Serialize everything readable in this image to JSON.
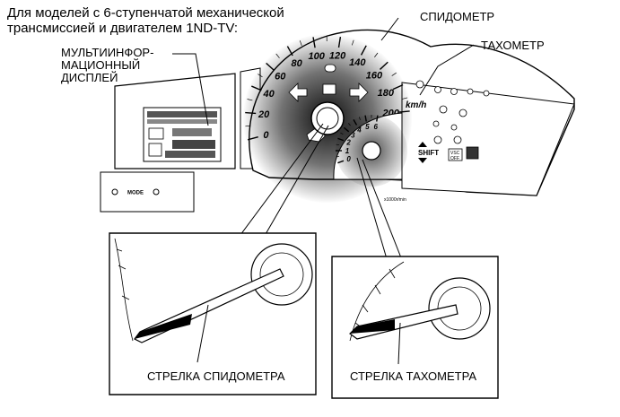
{
  "header": {
    "line1": "Для моделей с 6-ступенчатой механической",
    "line2": "трансмиссией и двигателем 1ND-TV:"
  },
  "labels": {
    "multi_display_1": "МУЛЬТИИНФОР-",
    "multi_display_2": "МАЦИОННЫЙ",
    "multi_display_3": "ДИСПЛЕЙ",
    "speedometer": "СПИДОМЕТР",
    "tachometer": "ТАХОМЕТР",
    "speedometer_needle": "СТРЕЛКА СПИДОМЕТРА",
    "tachometer_needle": "СТРЕЛКА ТАХОМЕТРА"
  },
  "speedometer": {
    "ticks": [
      "0",
      "20",
      "40",
      "60",
      "80",
      "100",
      "120",
      "140",
      "160",
      "180",
      "200"
    ],
    "unit": "km/h"
  },
  "tachometer": {
    "ticks": [
      "0",
      "1",
      "2",
      "3",
      "4",
      "5",
      "6"
    ],
    "unit": "x1000r/min"
  },
  "cluster": {
    "mode_button": "MODE",
    "shift_label": "SHIFT",
    "vsc_label_1": "VSC",
    "vsc_label_2": "OFF"
  }
}
